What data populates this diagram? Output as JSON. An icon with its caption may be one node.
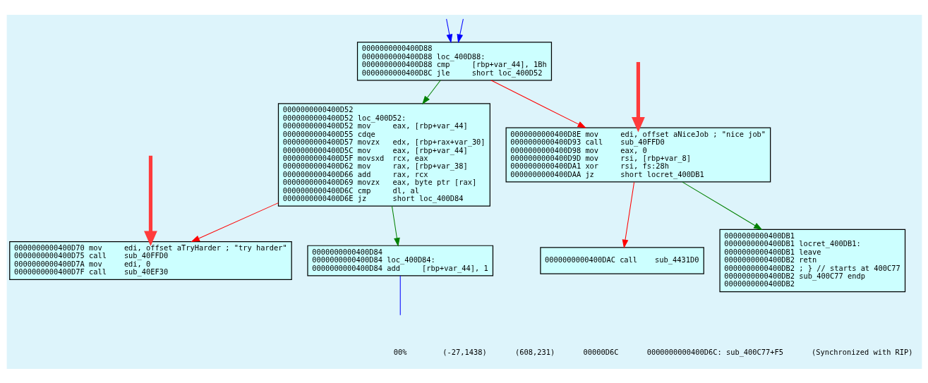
{
  "diagram": {
    "nodes": [
      {
        "text": [
          "0000000000400D88",
          "0000000000400D88 loc_400D88:",
          "0000000000400D88 cmp     [rbp+var_44], 1Bh",
          "0000000000400D8C jle     short loc_400D52"
        ]
      },
      {
        "text": [
          "0000000000400D52",
          "0000000000400D52 loc_400D52:",
          "0000000000400D52 mov     eax, [rbp+var_44]",
          "0000000000400D55 cdqe",
          "0000000000400D57 movzx   edx, [rbp+rax+var_30]",
          "0000000000400D5C mov     eax, [rbp+var_44]",
          "0000000000400D5F movsxd  rcx, eax",
          "0000000000400D62 mov     rax, [rbp+var_38]",
          "0000000000400D66 add     rax, rcx",
          "0000000000400D69 movzx   eax, byte ptr [rax]",
          "0000000000400D6C cmp     dl, al",
          "0000000000400D6E jz      short loc_400D84"
        ]
      },
      {
        "text": [
          "0000000000400D84",
          "0000000000400D84 loc_400D84:",
          "0000000000400D84 add     [rbp+var_44], 1"
        ]
      },
      {
        "text": [
          "0000000000400D70 mov     edi, offset aTryHarder ; \"try harder\"",
          "0000000000400D75 call    sub_40FFD0",
          "0000000000400D7A mov     edi, 0",
          "0000000000400D7F call    sub_40EF30"
        ]
      },
      {
        "text": [
          "0000000000400D8E mov     edi, offset aNiceJob ; \"nice job\"",
          "0000000000400D93 call    sub_40FFD0",
          "0000000000400D98 mov     eax, 0",
          "0000000000400D9D mov     rsi, [rbp+var_8]",
          "0000000000400DA1 xor     rsi, fs:28h",
          "0000000000400DAA jz      short locret_400DB1"
        ]
      },
      {
        "text": [
          "0000000000400DAC call    sub_4431D0"
        ]
      },
      {
        "text": [
          "0000000000400DB1",
          "0000000000400DB1 locret_400DB1:",
          "0000000000400DB1 leave",
          "0000000000400DB2 retn",
          "0000000000400DB2 ; } // starts at 400C77",
          "0000000000400DB2 sub_400C77 endp",
          "0000000000400DB2"
        ]
      }
    ],
    "edges": [
      {
        "from": null,
        "to": 0,
        "arrow": "to",
        "color": "#0000ff"
      },
      {
        "from": null,
        "to": 0,
        "arrow": "to",
        "color": "#0000ff"
      },
      {
        "from": 0,
        "to": 1,
        "arrow": "to",
        "color": "#008000"
      },
      {
        "from": 0,
        "to": 4,
        "arrow": "to",
        "color": "#ff0000"
      },
      {
        "from": 1,
        "to": 3,
        "arrow": "to",
        "color": "#ff0000"
      },
      {
        "from": 1,
        "to": 2,
        "arrow": "to",
        "color": "#008000"
      },
      {
        "from": 4,
        "to": 5,
        "arrow": "to",
        "color": "#ff0000"
      },
      {
        "from": 4,
        "to": 6,
        "arrow": "to",
        "color": "#008000"
      },
      {
        "from": 2,
        "to": null,
        "arrow": "none",
        "color": "#0000ff"
      },
      {
        "from": null,
        "to": 4,
        "arrow": "to",
        "style": "thick",
        "color": "#ff3b3b"
      },
      {
        "from": null,
        "to": 3,
        "arrow": "to",
        "style": "thick",
        "color": "#ff3b3b"
      }
    ],
    "labels": [
      "00%",
      "(-27,1438)",
      "(608,231)",
      "00000D6C",
      "0000000000400D6C: sub_400C77+F5",
      "(Synchronized with RIP)"
    ]
  }
}
